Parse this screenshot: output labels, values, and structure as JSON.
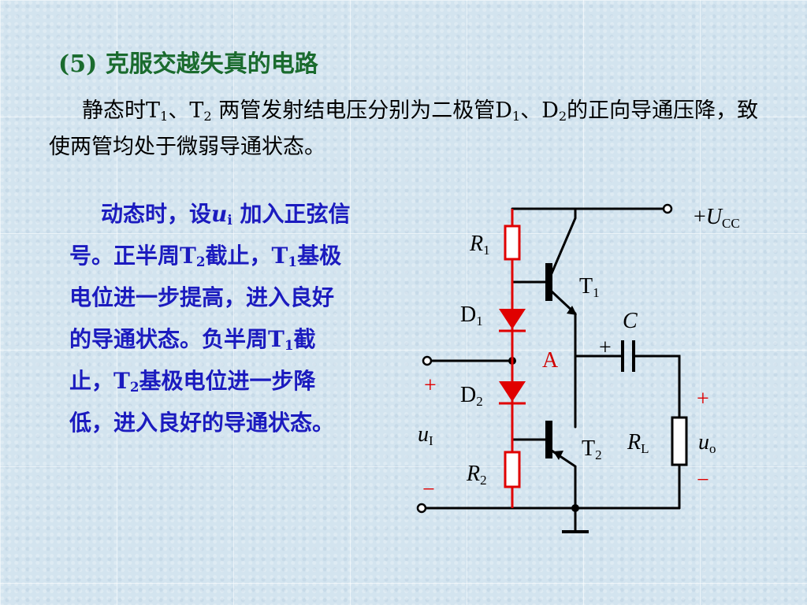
{
  "title": {
    "number": "(5)",
    "text": "克服交越失真的电路"
  },
  "static_paragraph": {
    "t1": "静态时T",
    "t1_sub": "1",
    "t2": "、T",
    "t2_sub": "2",
    "t3": " 两管发射结电压分别为二极管D",
    "t3_sub": "1",
    "t4": "、D",
    "t4_sub": "2",
    "t5": "的正向导通压降，致使两管均处于微弱导通状态。"
  },
  "dynamic_paragraph": {
    "t1": "动态时，设",
    "t1_var": "u",
    "t1_sub": "i",
    "t2": " 加入正弦信号。正半周T",
    "t2_sub": "2",
    "t3": "截止，T",
    "t3_sub": "1",
    "t4": "基极电位进一步提高，进入良好的导通状态。负半周T",
    "t4_sub": "1",
    "t5": "截止，T",
    "t5_sub": "2",
    "t6": "基极电位进一步降低，进入良好的导通状态。"
  },
  "circuit": {
    "supply_sign": "+",
    "supply_var": "U",
    "supply_sub": "CC",
    "r1_var": "R",
    "r1_sub": "1",
    "d1": "D",
    "d1_sub": "1",
    "node_a": "A",
    "d2": "D",
    "d2_sub": "2",
    "r2_var": "R",
    "r2_sub": "2",
    "t1": "T",
    "t1_sub": "1",
    "t2": "T",
    "t2_sub": "2",
    "c_var": "C",
    "c_plus": "+",
    "rl_var": "R",
    "rl_sub": "L",
    "input_plus": "+",
    "input_var": "u",
    "input_sub": "I",
    "input_minus": "−",
    "output_plus": "+",
    "output_var": "u",
    "output_sub": "o",
    "output_minus": "−"
  },
  "colors": {
    "title_green": "#1a6b2e",
    "dynamic_text_blue": "#1b1bbf",
    "bias_chain_red": "#e00000",
    "node_label_red": "#d00000"
  }
}
